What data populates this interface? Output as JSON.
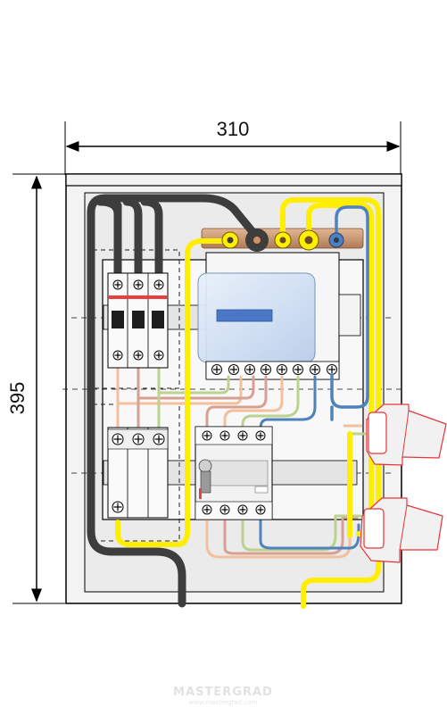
{
  "dimensions": {
    "width": "310",
    "height": "395"
  },
  "watermark": {
    "brand": "MASTERGRAD",
    "tagline": "www.mastergrad.com"
  },
  "colors": {
    "phase": "#3d3d3d",
    "live": "#ffee00",
    "neutral": "#4e81bd",
    "wire_tan": "#f2c09c",
    "wire_rose": "#d6a092",
    "wire_green": "#bcd28e",
    "socket": "#e8343a",
    "busbar": "#c8926a",
    "enclosure": "#f1f1f1"
  }
}
